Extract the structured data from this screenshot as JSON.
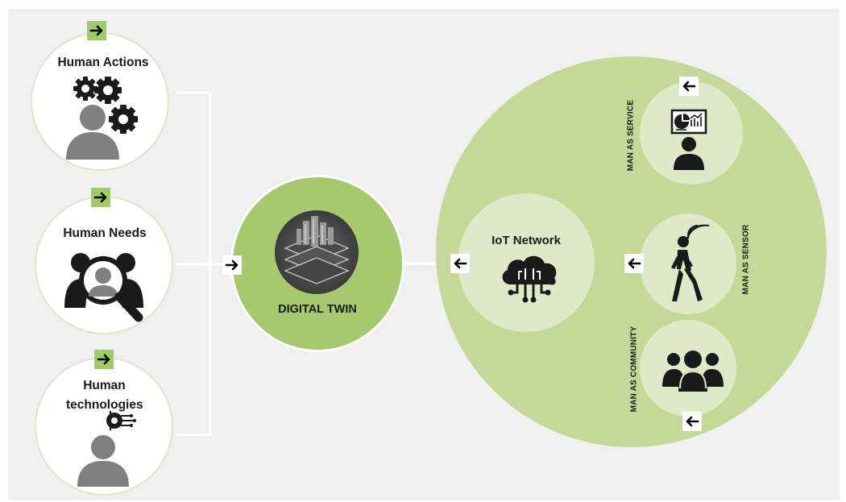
{
  "left_inputs": [
    {
      "label": "Human Actions",
      "icon": "person-gears-icon"
    },
    {
      "label": "Human Needs",
      "icon": "group-magnifier-icon"
    },
    {
      "label": "Human technologies",
      "icon": "person-tech-icon"
    }
  ],
  "center": {
    "label": "DIGITAL TWIN",
    "icon": "digital-twin-city-icon"
  },
  "iot": {
    "label": "IoT Network",
    "icon": "cloud-network-icon"
  },
  "roles": [
    {
      "label": "MAN AS SERVICE",
      "icon": "person-dashboard-icon"
    },
    {
      "label": "MAN AS SENSOR",
      "icon": "walking-person-signal-icon"
    },
    {
      "label": "MAN AS COMMUNITY",
      "icon": "community-group-icon"
    }
  ],
  "colors": {
    "panel_bg": "#f0f0f0",
    "light_green": "#c3d997",
    "mid_green": "#a6c86e",
    "pale_green": "#dde9c7",
    "arrow_green": "#9fcb6b",
    "icon_gray": "#808080"
  }
}
